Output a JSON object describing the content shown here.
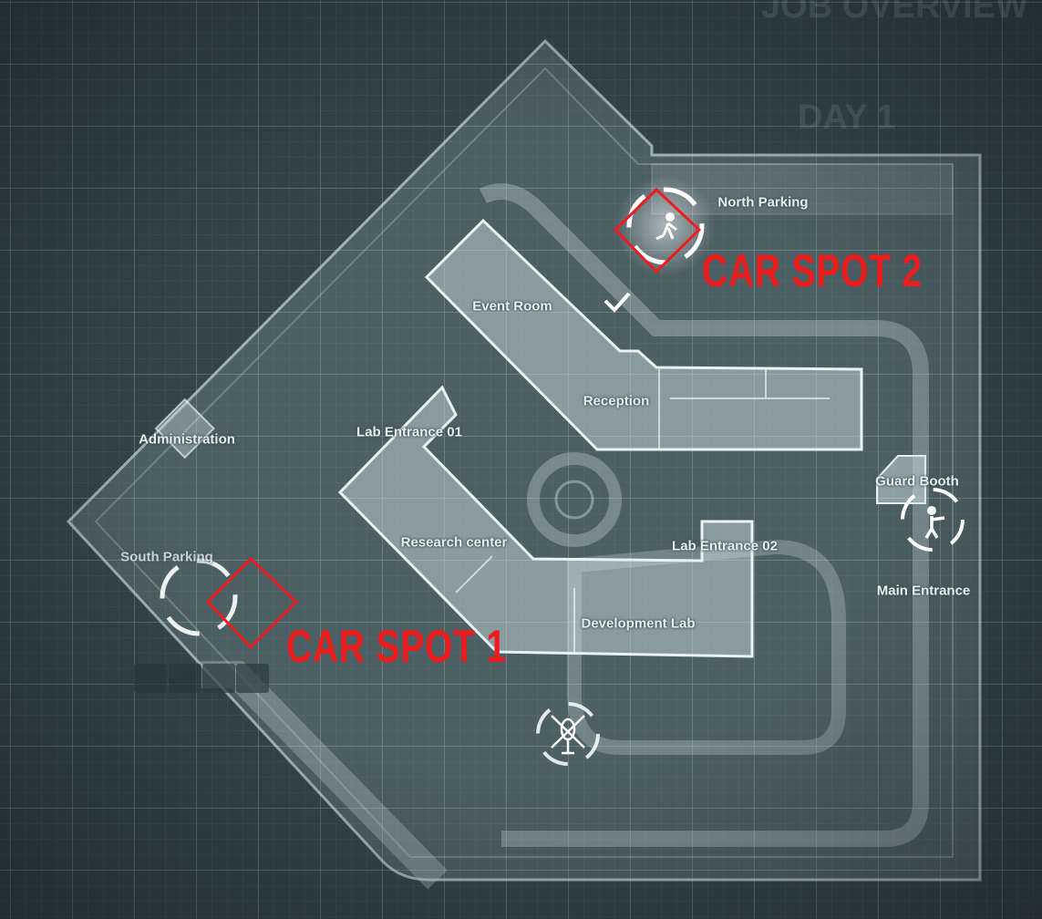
{
  "header": {
    "title": "JOB OVERVIEW",
    "day": "DAY 1"
  },
  "locations": [
    {
      "id": "north-parking",
      "label": "North Parking"
    },
    {
      "id": "event-room",
      "label": "Event Room"
    },
    {
      "id": "reception",
      "label": "Reception"
    },
    {
      "id": "administration",
      "label": "Administration"
    },
    {
      "id": "lab-entrance-01",
      "label": "Lab Entrance 01"
    },
    {
      "id": "guard-booth",
      "label": "Guard Booth"
    },
    {
      "id": "south-parking",
      "label": "South Parking"
    },
    {
      "id": "research-center",
      "label": "Research center"
    },
    {
      "id": "lab-entrance-02",
      "label": "Lab Entrance 02"
    },
    {
      "id": "main-entrance",
      "label": "Main Entrance"
    },
    {
      "id": "development-lab",
      "label": "Development Lab"
    }
  ],
  "annotations": {
    "car_spot_1": "CAR SPOT 1",
    "car_spot_2": "CAR SPOT 2",
    "color": "#ee1c1c"
  },
  "icons": [
    "escape-runner-icon",
    "guard-icon",
    "helicopter-icon",
    "checkmark-icon"
  ]
}
